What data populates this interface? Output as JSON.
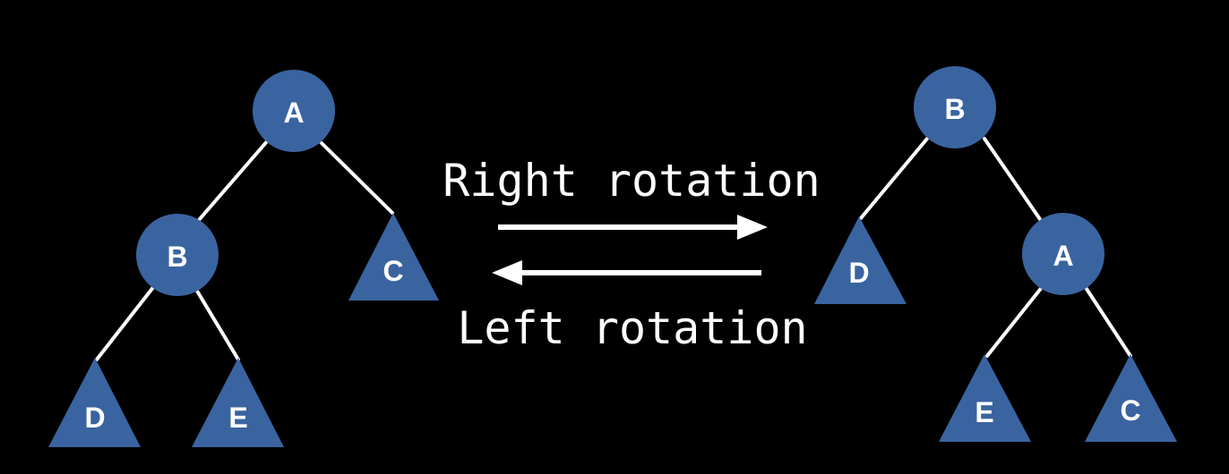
{
  "colors": {
    "background": "#000000",
    "node": "#3a64a0",
    "line": "#ffffff",
    "text": "#ffffff"
  },
  "captions": {
    "right_rotation": "Right rotation",
    "left_rotation": "Left rotation"
  },
  "left_tree": {
    "root": "A",
    "child": "B",
    "subtrees": {
      "left_left": "D",
      "left_right": "E",
      "right": "C"
    }
  },
  "right_tree": {
    "root": "B",
    "child": "A",
    "subtrees": {
      "left": "D",
      "right_left": "E",
      "right_right": "C"
    }
  }
}
